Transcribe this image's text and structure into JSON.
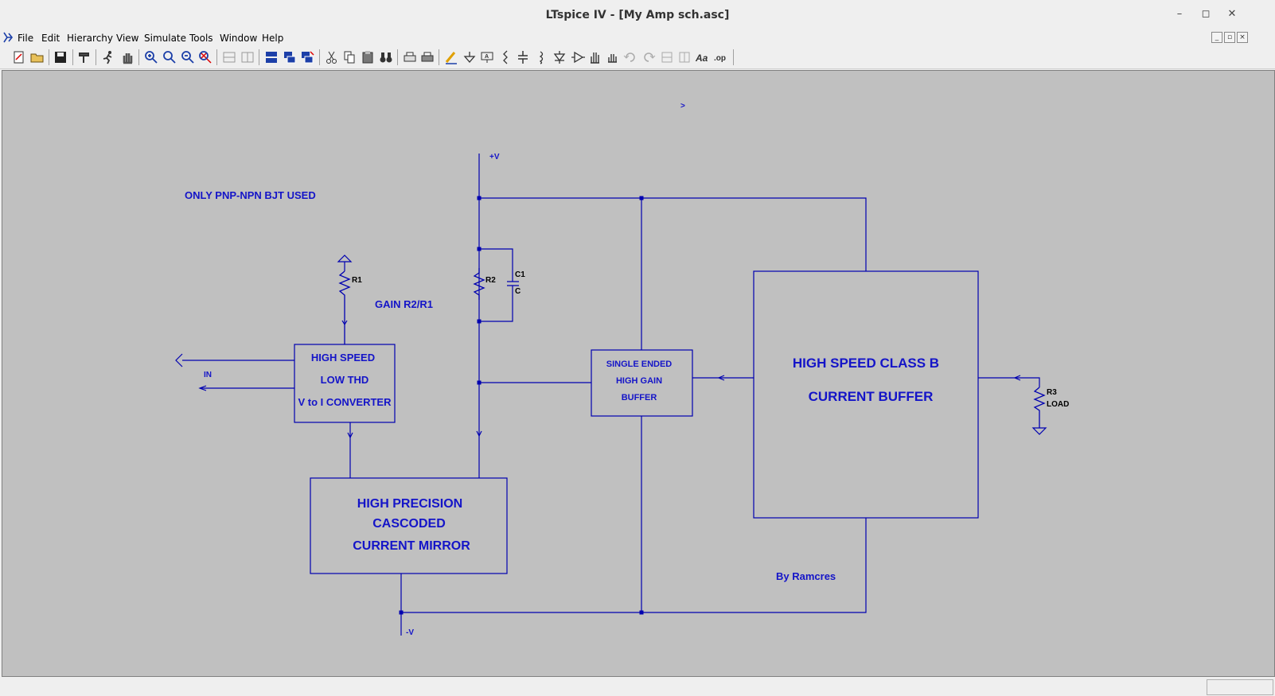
{
  "window": {
    "title": "LTspice IV - [My Amp sch.asc]",
    "controls": [
      "–",
      "◻",
      "✕"
    ]
  },
  "menu": {
    "items": [
      {
        "label": "File"
      },
      {
        "label": "Edit"
      },
      {
        "label": "Hierarchy"
      },
      {
        "label": "View"
      },
      {
        "label": "Simulate"
      },
      {
        "label": "Tools"
      },
      {
        "label": "Window"
      },
      {
        "label": "Help"
      }
    ]
  },
  "toolbar": {
    "buttons": [
      "new-schematic",
      "open",
      "save",
      "control-panel",
      "run",
      "halt",
      "zoom-in",
      "zoom-pan",
      "zoom-out",
      "zoom-fit",
      "tile-horizontal",
      "tile-vertical",
      "cascade",
      "close-all",
      "cut",
      "copy",
      "paste",
      "find",
      "print-setup",
      "print",
      "draw-wire",
      "ground",
      "label-net",
      "resistor",
      "capacitor",
      "inductor",
      "diode",
      "component",
      "move",
      "drag",
      "undo",
      "redo",
      "rotate",
      "mirror",
      "text",
      "spice-directive"
    ]
  },
  "schematic": {
    "cursor": ">",
    "supply_pos": "+V",
    "supply_neg": "-V",
    "note": "ONLY PNP-NPN  BJT USED",
    "gain": "GAIN   R2/R1",
    "r1": "R1",
    "r2": "R2",
    "c1": "C1",
    "c1_value": "C",
    "r3": "R3",
    "r3_value": "LOAD",
    "in_label": "IN",
    "converter": [
      "HIGH SPEED",
      "LOW THD",
      "V to I CONVERTER"
    ],
    "buffer_small": [
      "SINGLE ENDED",
      "HIGH GAIN",
      "BUFFER"
    ],
    "buffer_big": [
      "HIGH SPEED CLASS B",
      "CURRENT BUFFER"
    ],
    "mirror": [
      "HIGH PRECISION",
      "CASCODED",
      "CURRENT MIRROR"
    ],
    "author": "By Ramcres",
    "wire_color": "#0000b0",
    "text_color": "#1414c8",
    "background_color": "#c0c0c0"
  }
}
